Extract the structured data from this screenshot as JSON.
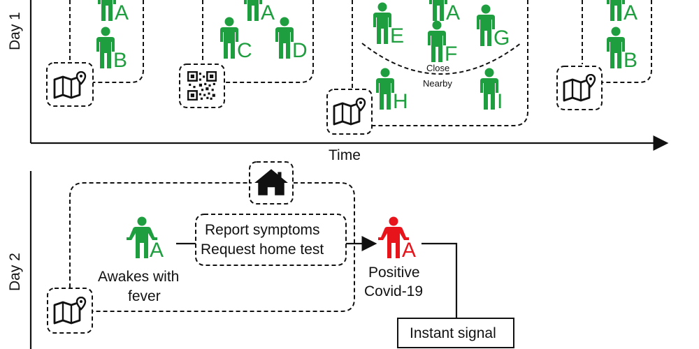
{
  "day1": {
    "axis_label": "Day 1",
    "time_label": "Time",
    "people": [
      {
        "letter": "A"
      },
      {
        "letter": "B"
      },
      {
        "letter": "A"
      },
      {
        "letter": "C"
      },
      {
        "letter": "D"
      },
      {
        "letter": "A"
      },
      {
        "letter": "E"
      },
      {
        "letter": "F"
      },
      {
        "letter": "G"
      },
      {
        "letter": "H"
      },
      {
        "letter": "I"
      },
      {
        "letter": "A"
      },
      {
        "letter": "B"
      }
    ],
    "close_label": "Close",
    "nearby_label": "Nearby"
  },
  "day2": {
    "axis_label": "Day 2",
    "person_a_letter": "A",
    "awakes_line1": "Awakes with",
    "awakes_line2": "fever",
    "action_line1": "Report symptoms",
    "action_line2": "Request home test",
    "positive_letter": "A",
    "positive_line1": "Positive",
    "positive_line2": "Covid-19",
    "signal_label": "Instant signal"
  },
  "colors": {
    "healthy": "#1e9e3e",
    "infected": "#e8141b",
    "line": "#111111"
  },
  "icons": [
    "map-pin-icon",
    "qr-code-icon",
    "house-icon",
    "person-icon"
  ]
}
